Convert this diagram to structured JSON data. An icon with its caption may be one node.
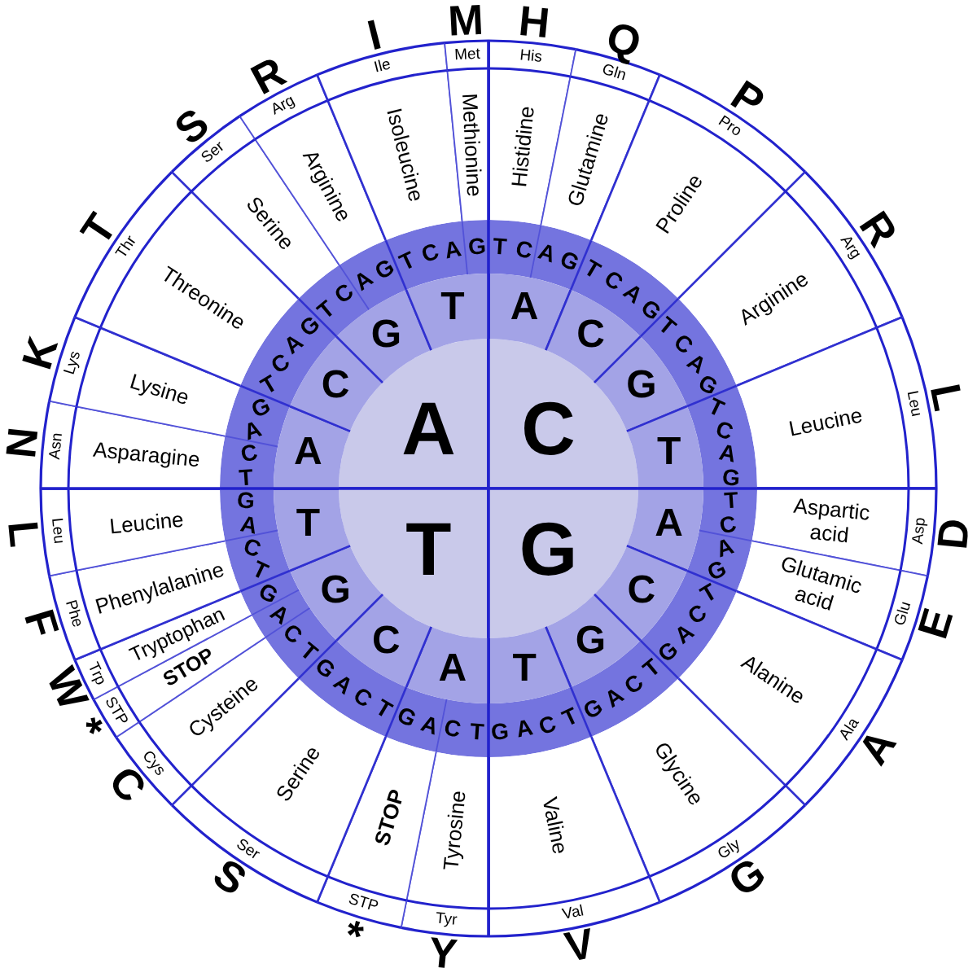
{
  "diagram": {
    "nodes": [
      {
        "text": [
          "A"
        ]
      },
      {
        "text": [
          "C"
        ]
      },
      {
        "text": [
          "T"
        ]
      },
      {
        "text": [
          "G"
        ]
      },
      {
        "text": [
          "A"
        ]
      },
      {
        "text": [
          "C"
        ]
      },
      {
        "text": [
          "G"
        ]
      },
      {
        "text": [
          "T"
        ]
      },
      {
        "text": [
          "A"
        ]
      },
      {
        "text": [
          "C"
        ]
      },
      {
        "text": [
          "G"
        ]
      },
      {
        "text": [
          "T"
        ]
      },
      {
        "text": [
          "A"
        ]
      },
      {
        "text": [
          "C"
        ]
      },
      {
        "text": [
          "G"
        ]
      },
      {
        "text": [
          "T"
        ]
      },
      {
        "text": [
          "A"
        ]
      },
      {
        "text": [
          "C"
        ]
      },
      {
        "text": [
          "G"
        ]
      },
      {
        "text": [
          "T"
        ]
      },
      {
        "text": [
          "Histidine"
        ]
      },
      {
        "text": [
          "Glutamine"
        ]
      },
      {
        "text": [
          "Proline"
        ]
      },
      {
        "text": [
          "Arginine"
        ]
      },
      {
        "text": [
          "Leucine"
        ]
      },
      {
        "text": [
          "Aspartic acid"
        ]
      },
      {
        "text": [
          "Glutamic acid"
        ]
      },
      {
        "text": [
          "Alanine"
        ]
      },
      {
        "text": [
          "Glycine"
        ]
      },
      {
        "text": [
          "Valine"
        ]
      },
      {
        "text": [
          "Tyrosine"
        ]
      },
      {
        "text": [
          "STOP"
        ]
      },
      {
        "text": [
          "Serine"
        ]
      },
      {
        "text": [
          "Cysteine"
        ]
      },
      {
        "text": [
          "STOP"
        ]
      },
      {
        "text": [
          "Tryptophan"
        ]
      },
      {
        "text": [
          "Phenylalanine"
        ]
      },
      {
        "text": [
          "Leucine"
        ]
      },
      {
        "text": [
          "Asparagine"
        ]
      },
      {
        "text": [
          "Lysine"
        ]
      },
      {
        "text": [
          "Threonine"
        ]
      },
      {
        "text": [
          "Serine"
        ]
      },
      {
        "text": [
          "Arginine"
        ]
      },
      {
        "text": [
          "Isoleucine"
        ]
      },
      {
        "text": [
          "Methionine"
        ]
      },
      {
        "text": [
          "His"
        ],
        "beside": [
          "H"
        ]
      },
      {
        "text": [
          "Gln"
        ],
        "beside": [
          "Q"
        ]
      },
      {
        "text": [
          "Pro"
        ],
        "beside": [
          "P"
        ]
      },
      {
        "text": [
          "Arg"
        ],
        "beside": [
          "R"
        ]
      },
      {
        "text": [
          "Leu"
        ],
        "beside": [
          "L"
        ]
      },
      {
        "text": [
          "Asp"
        ],
        "beside": [
          "D"
        ]
      },
      {
        "text": [
          "Glu"
        ],
        "beside": [
          "E"
        ]
      },
      {
        "text": [
          "Ala"
        ],
        "beside": [
          "A"
        ]
      },
      {
        "text": [
          "Gly"
        ],
        "beside": [
          "G"
        ]
      },
      {
        "text": [
          "Val"
        ],
        "beside": [
          "V"
        ]
      },
      {
        "text": [
          "Tyr"
        ],
        "beside": [
          "Y"
        ]
      },
      {
        "text": [
          "STP"
        ],
        "beside": [
          "*"
        ]
      },
      {
        "text": [
          "Ser"
        ],
        "beside": [
          "S"
        ]
      },
      {
        "text": [
          "Cys"
        ],
        "beside": [
          "C"
        ]
      },
      {
        "text": [
          "STP"
        ],
        "beside": [
          "*"
        ]
      },
      {
        "text": [
          "Trp"
        ],
        "beside": [
          "W"
        ]
      },
      {
        "text": [
          "Phe"
        ],
        "beside": [
          "F"
        ]
      },
      {
        "text": [
          "Leu"
        ],
        "beside": [
          "L"
        ]
      },
      {
        "text": [
          "Asn"
        ],
        "beside": [
          "N"
        ]
      },
      {
        "text": [
          "Lys"
        ],
        "beside": [
          "K"
        ]
      },
      {
        "text": [
          "Thr"
        ],
        "beside": [
          "T"
        ]
      },
      {
        "text": [
          "Ser"
        ],
        "beside": [
          "S"
        ]
      },
      {
        "text": [
          "Arg"
        ],
        "beside": [
          "R"
        ]
      },
      {
        "text": [
          "Ile"
        ],
        "beside": [
          "I"
        ]
      },
      {
        "text": [
          "Met"
        ],
        "beside": [
          "M"
        ]
      }
    ],
    "labels": [
      "T",
      "C",
      "A",
      "G",
      "T",
      "C",
      "A",
      "G",
      "T",
      "C",
      "A",
      "G",
      "T",
      "C",
      "A",
      "G",
      "T",
      "C",
      "A",
      "G",
      "T",
      "C",
      "A",
      "G",
      "T",
      "C",
      "A",
      "G",
      "T",
      "C",
      "A",
      "G",
      "T",
      "C",
      "A",
      "G",
      "T",
      "C",
      "A",
      "G",
      "T",
      "C",
      "A",
      "G",
      "T",
      "C",
      "A",
      "G",
      "T",
      "C",
      "A",
      "G",
      "T",
      "C",
      "A",
      "G",
      "T",
      "C",
      "A",
      "G",
      "T",
      "C",
      "A",
      "G"
    ]
  }
}
